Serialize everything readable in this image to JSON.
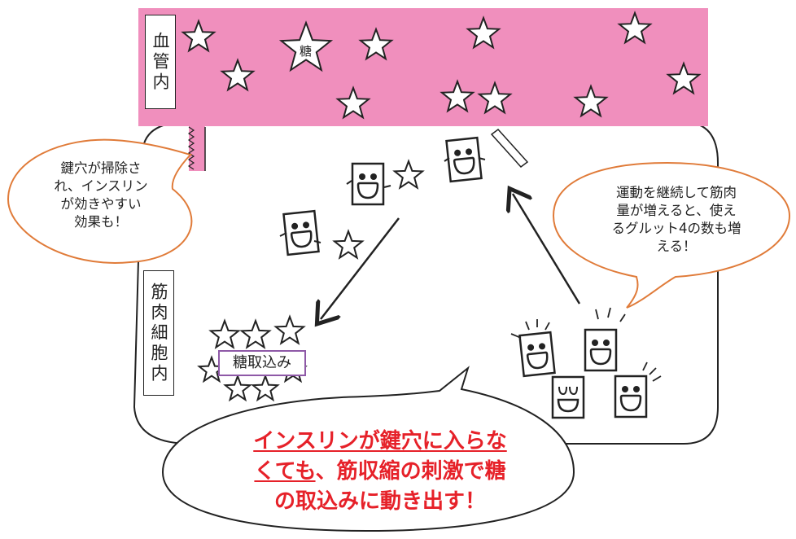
{
  "labels": {
    "blood_vessel": "血管内",
    "muscle_cell": "筋肉細胞内",
    "sugar_star": "糖",
    "sugar_uptake": "糖取込み"
  },
  "bubbles": {
    "left": "鍵穴が掃除さ\nれ、インスリン\nが効きやすい\n効果も！",
    "right": "運動を継続して筋肉\n量が増えると、使え\nるグルット4の数も増\nえる！",
    "main_line1": "インスリンが鍵穴に入らな",
    "main_line2_underlined": "くても",
    "main_line2_rest": "、筋収縮の刺激で糖",
    "main_line3": "の取込みに動き出す！"
  },
  "colors": {
    "vessel": "#f08fbd",
    "left_bubble_border": "#e07b39",
    "right_bubble_border": "#e07b39",
    "emphasis_text": "#e62129",
    "tag_border": "#8e59a7"
  }
}
